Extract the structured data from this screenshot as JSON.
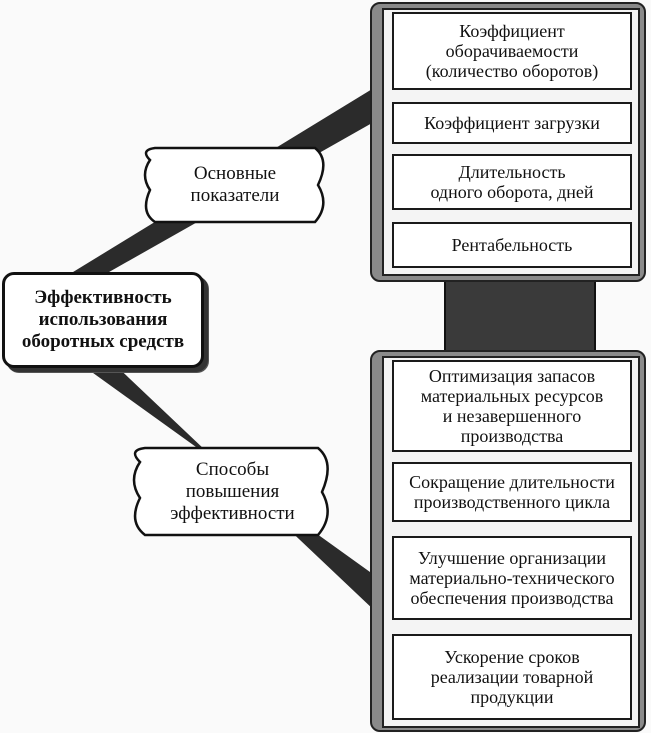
{
  "main": {
    "label": "Эффективность\nиспользования\nоборотных средств"
  },
  "indicators": {
    "label": "Основные\nпоказатели",
    "items": [
      "Коэффициент\nоборачиваемости\n(количество оборотов)",
      "Коэффициент загрузки",
      "Длительность\nодного оборота, дней",
      "Рентабельность"
    ]
  },
  "methods": {
    "label": "Способы\nповышения\nэффективности",
    "items": [
      "Оптимизация запасов\nматериальных ресурсов\nи незавершенного\nпроизводства",
      "Сокращение длительности\nпроизводственного цикла",
      "Улучшение организации\nматериально-технического\nобеспечения производства",
      "Ускорение сроков\nреализации товарной\nпродукции"
    ]
  },
  "colors": {
    "band": "#2b2b2b",
    "panel": "#8a8a8a",
    "connector": "#3a3a3a"
  }
}
